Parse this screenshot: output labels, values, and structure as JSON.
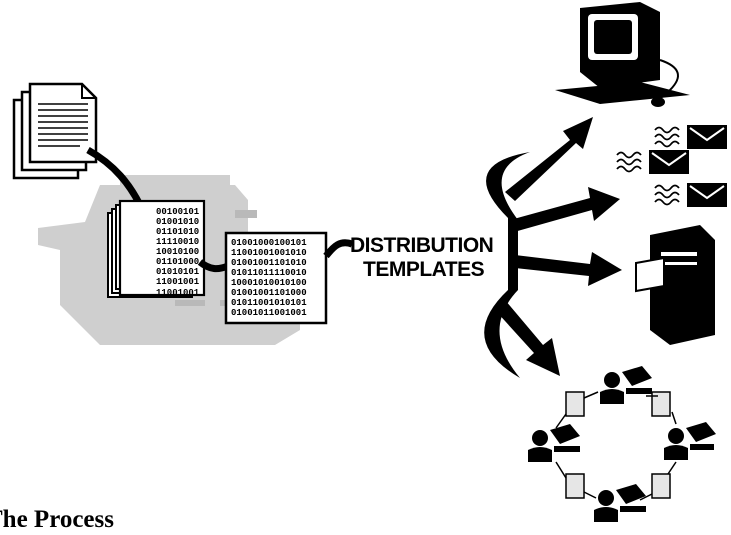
{
  "label": {
    "line1": "DISTRIBUTION",
    "line2": "TEMPLATES"
  },
  "page_stack_binary": [
    "00100101",
    "01001010",
    "01101010",
    "11110010",
    "10010100",
    "01101000",
    "01010101",
    "11001001",
    "11001001"
  ],
  "output_page_binary": [
    "01001000100101",
    "11001001001010",
    "01001001101010",
    "01011011110010",
    "10001010010100",
    "01001001101000",
    "01011001010101",
    "01001011001001"
  ],
  "caption": "The Process",
  "colors": {
    "ink": "#000000",
    "copier_gray": "#cfcfcf",
    "paper": "#ffffff"
  }
}
